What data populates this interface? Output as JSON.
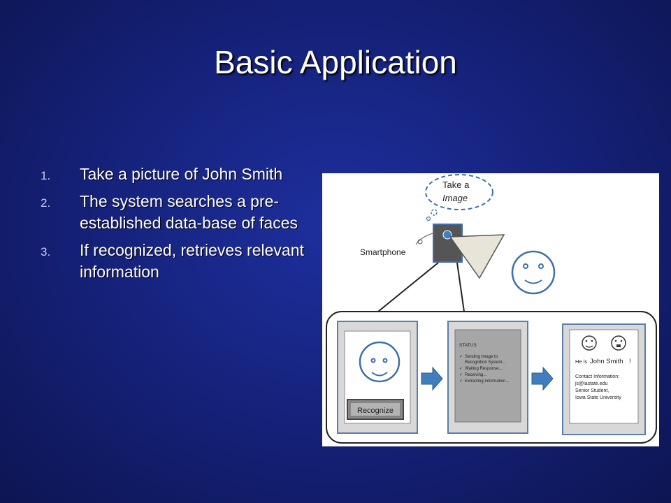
{
  "slide": {
    "title": "Basic Application",
    "bullets": [
      {
        "num": "1.",
        "text": "Take a picture of John Smith"
      },
      {
        "num": "2.",
        "text": "The system searches a pre-established data-base of faces"
      },
      {
        "num": "3.",
        "text": "If recognized, retrieves relevant information"
      }
    ]
  },
  "figure": {
    "bubble_line1": "Take a",
    "bubble_line2": "Image",
    "smartphone_label": "Smartphone",
    "recognize_button": "Recognize",
    "status_title": "STATUS",
    "status_items": [
      "Sending Image to",
      "Recognition System...",
      "Waiting Response...",
      "Receiving...",
      "Extracting Information..."
    ],
    "result_prefix": "He is",
    "result_name": "John Smith",
    "result_suffix": "!",
    "contact_heading": "Contact Information:",
    "contact_email": "js@iastate.edu",
    "contact_role": "Senior Student,",
    "contact_school": "Iowa State University"
  },
  "colors": {
    "background": "#16237e",
    "title_text": "#ffffff",
    "arrow_blue": "#3f7fc0",
    "phone_frame": "#5b7fa8",
    "status_panel": "#a6a6a6"
  }
}
